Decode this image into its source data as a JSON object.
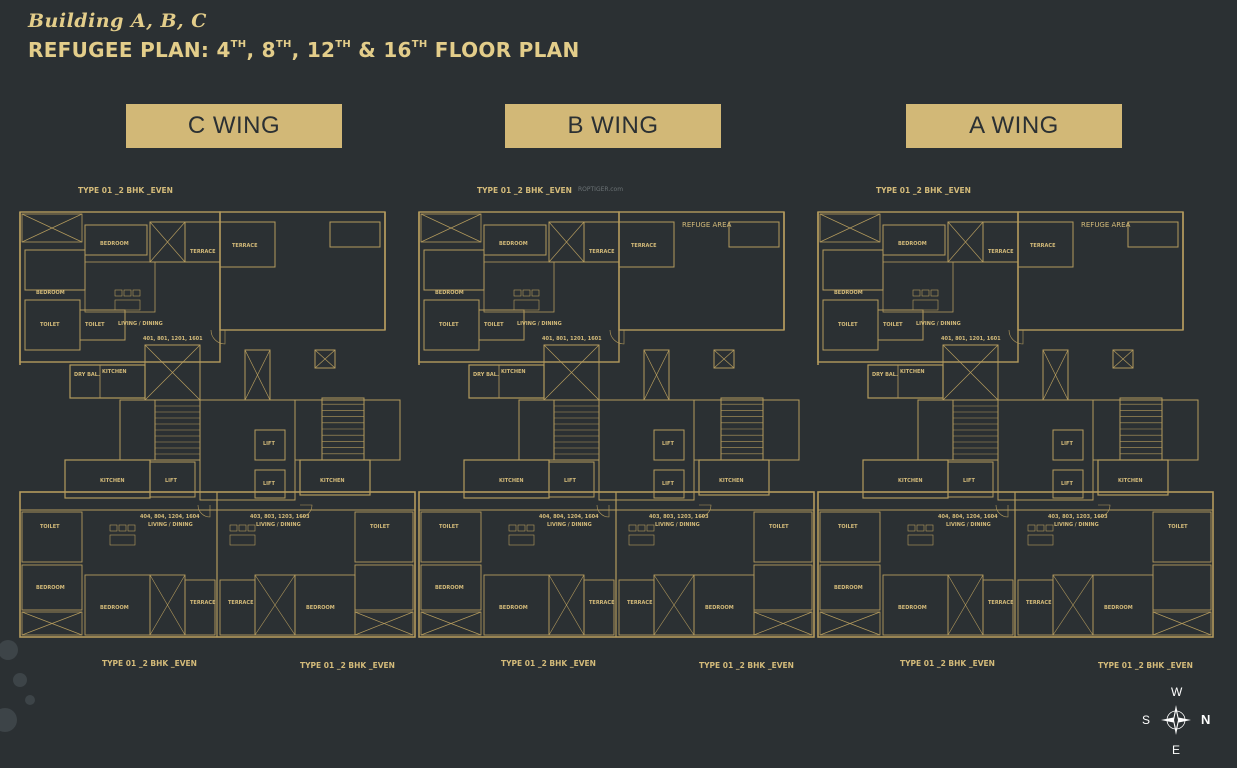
{
  "header": {
    "building": "Building A, B, C",
    "plan_title_parts": [
      "REFUGEE PLAN: 4",
      "TH",
      ", 8",
      "TH",
      ", 12",
      "TH",
      " & 16",
      "TH",
      " FLOOR PLAN"
    ]
  },
  "wings": [
    {
      "label": "C WING"
    },
    {
      "label": "B WING"
    },
    {
      "label": "A WING"
    }
  ],
  "type_labels": {
    "text": "TYPE 01 _2 BHK _EVEN"
  },
  "unit_numbers": {
    "top": "401, 801, 1201, 1601",
    "top_b": "401, 801, 1201, 1601",
    "bottom_left": "404, 804, 1204, 1604",
    "bottom_right": "403, 803, 1203, 1603"
  },
  "refuge_area": "REFUGE AREA",
  "room_labels": {
    "bedroom": "BEDROOM",
    "toilet": "TOILET",
    "terrace": "TERRACE",
    "kitchen": "KITCHEN",
    "lift": "LIFT",
    "living": "LIVING / DINING",
    "dry_bal": "DRY BAL."
  },
  "watermark": "ROPTIGER.com",
  "compass": {
    "w": "W",
    "s": "S",
    "n": "N",
    "e": "E"
  },
  "colors": {
    "background": "#2b3033",
    "accent": "#d2b877",
    "line": "#b39a5d"
  }
}
